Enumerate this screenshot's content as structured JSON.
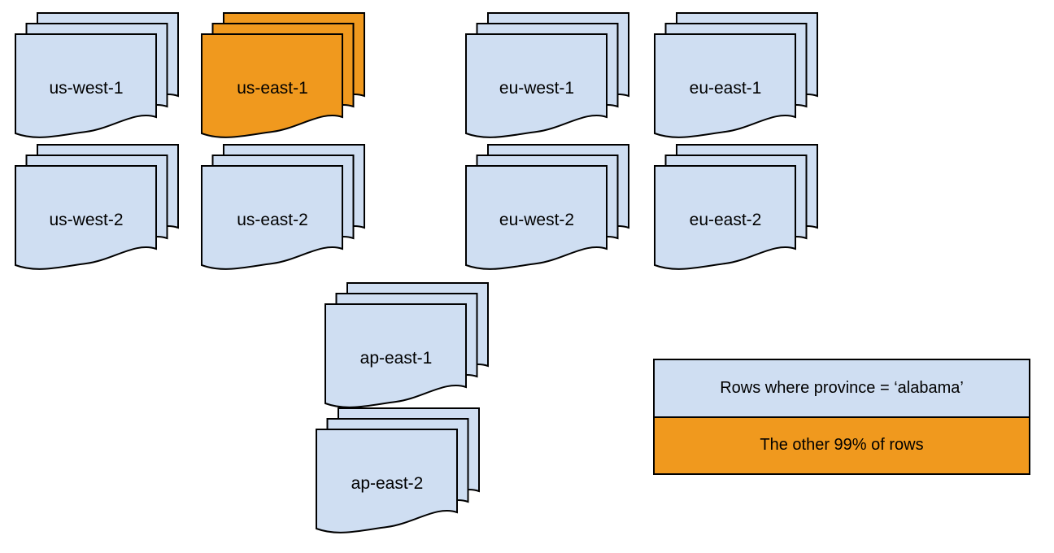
{
  "page": {
    "background": "#ffffff"
  },
  "colors": {
    "doc_fill": "#cfdef2",
    "highlight_fill": "#f0991e",
    "stroke": "#000000"
  },
  "stacks": [
    {
      "id": "us-west-1",
      "label": "us-west-1",
      "fill": "#cfdef2",
      "highlighted": false
    },
    {
      "id": "us-east-1",
      "label": "us-east-1",
      "fill": "#f0991e",
      "highlighted": true
    },
    {
      "id": "eu-west-1",
      "label": "eu-west-1",
      "fill": "#cfdef2",
      "highlighted": false
    },
    {
      "id": "eu-east-1",
      "label": "eu-east-1",
      "fill": "#cfdef2",
      "highlighted": false
    },
    {
      "id": "us-west-2",
      "label": "us-west-2",
      "fill": "#cfdef2",
      "highlighted": false
    },
    {
      "id": "us-east-2",
      "label": "us-east-2",
      "fill": "#cfdef2",
      "highlighted": false
    },
    {
      "id": "eu-west-2",
      "label": "eu-west-2",
      "fill": "#cfdef2",
      "highlighted": false
    },
    {
      "id": "eu-east-2",
      "label": "eu-east-2",
      "fill": "#cfdef2",
      "highlighted": false
    },
    {
      "id": "ap-east-1",
      "label": "ap-east-1",
      "fill": "#cfdef2",
      "highlighted": false
    },
    {
      "id": "ap-east-2",
      "label": "ap-east-2",
      "fill": "#cfdef2",
      "highlighted": false
    }
  ],
  "legend": {
    "items": [
      {
        "label": "Rows where province = ‘alabama’",
        "color": "#cfdef2"
      },
      {
        "label": "The other 99% of rows",
        "color": "#f0991e"
      }
    ]
  }
}
